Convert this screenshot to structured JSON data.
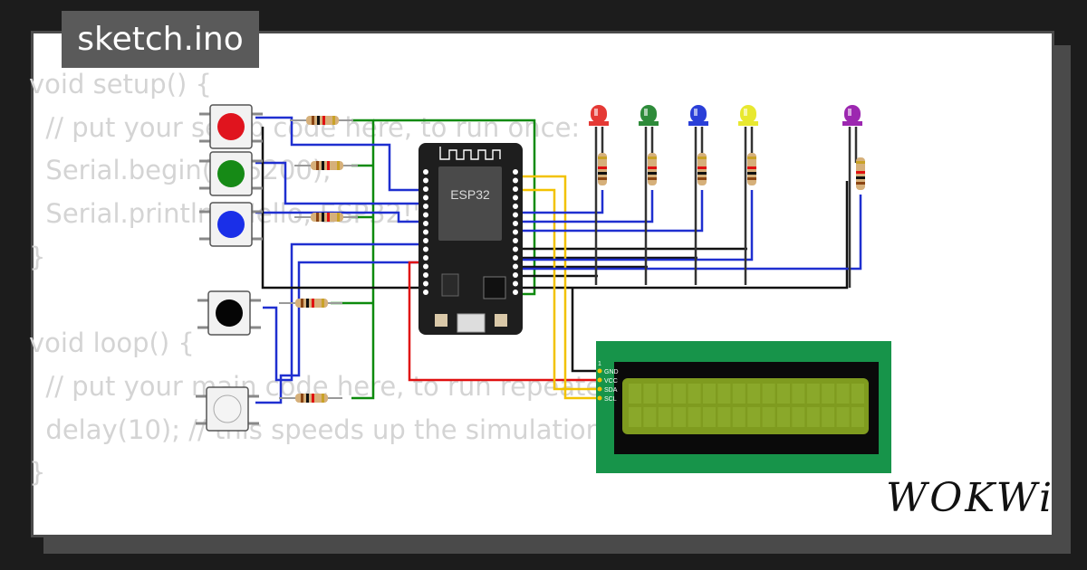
{
  "filename": "sketch.ino",
  "brand": "WOKWi",
  "code": "void setup() {\n  // put your setup code here, to run once:\n  Serial.begin(115200);\n  Serial.println(\"Hello, ESP32!\");\n}\n\nvoid loop() {\n  // put your main code here, to run repeatedly:\n  delay(10); // this speeds up the simulation\n}",
  "circuit": {
    "mcu_label": "ESP32",
    "lcd_pins": [
      "1",
      "GND",
      "VCC",
      "SDA",
      "SCL"
    ],
    "led_colors": [
      "#e53935",
      "#2e8b3a",
      "#2a3fd8",
      "#e8e830",
      "#9c27b0"
    ],
    "button_colors": [
      "#e0141e",
      "#168a16",
      "#1a2fe8",
      "#050505",
      "#f4f4f4"
    ],
    "wire_colors": {
      "signal": "#1f2fd0",
      "ground": "#111111",
      "power": "#e01010",
      "i2c": "#f2c200",
      "bus": "#0d8a0d"
    },
    "lcd_board_color": "#17944a",
    "lcd_screen_color": "#7f9b1f"
  }
}
